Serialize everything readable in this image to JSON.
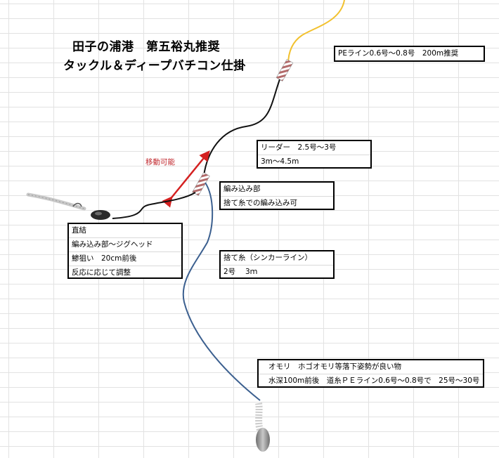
{
  "title": {
    "line1": "田子の浦港　第五裕丸推奨",
    "line2": "タックル＆ディープバチコン仕掛"
  },
  "arrow_label": "移動可能",
  "boxes": {
    "pe": [
      "PEライン0.6号～0.8号　200m推奨"
    ],
    "leader": [
      "リーダー　2.5号～3号",
      "3m～4.5m"
    ],
    "knot": [
      "編み込み部",
      "捨て糸での編み込み可"
    ],
    "direct": [
      "直結",
      "編み込み部～ジグヘッド",
      "鯵狙い　20cm前後",
      "反応に応じて調整"
    ],
    "sinker_line": [
      "捨て糸（シンカーライン）",
      "2号　 3ｍ"
    ],
    "weight": [
      "オモリ　ホゴオモリ等落下姿勢が良い物",
      "水深100m前後　道糸ＰＥライン0.6号～0.8号で　25号～30号"
    ]
  },
  "colors": {
    "pe_line": "#f2c12e",
    "leader_line": "#111111",
    "sinker_line": "#3b5f8f",
    "arrow": "#d42020"
  }
}
